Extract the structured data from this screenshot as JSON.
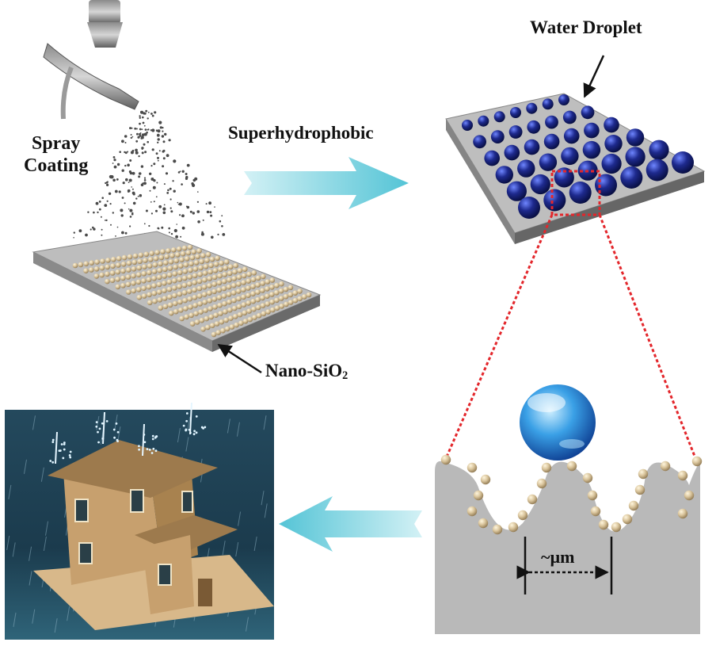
{
  "labels": {
    "spray_line1": "Spray",
    "spray_line2": "Coating",
    "superhydrophobic": "Superhydrophobic",
    "water_droplet": "Water Droplet",
    "nano_prefix": "Nano-SiO",
    "nano_subscript": "2",
    "scale": "~µm"
  },
  "colors": {
    "substrate_top": "#b9b9b9",
    "substrate_side": "#707070",
    "particle": "#d8c39a",
    "droplet": "#1e2a8e",
    "zoom_box": "#e3262b",
    "process_arrow": "#7fd6e2",
    "house_sky": "#1a3c4d",
    "wood": "#c7a06e"
  },
  "icons": [
    "spray-gun-icon",
    "process-arrow-icon",
    "house-illustration"
  ]
}
